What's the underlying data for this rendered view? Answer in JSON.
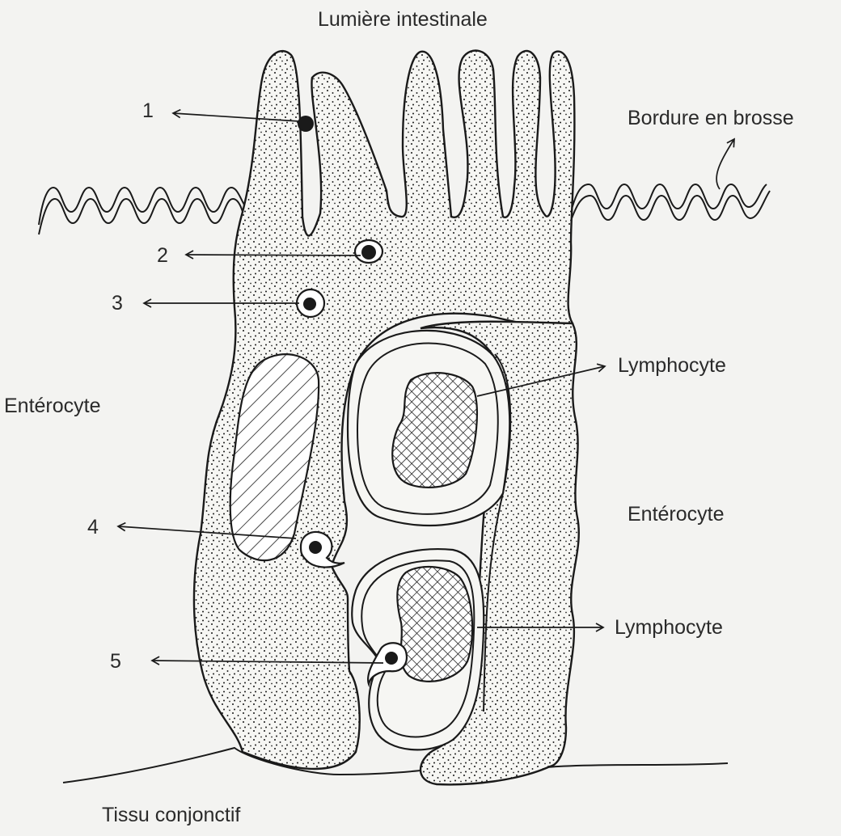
{
  "diagram": {
    "title": "Lumière intestinale",
    "labels": {
      "brush_border": "Bordure en brosse",
      "enterocyte_left": "Entérocyte",
      "enterocyte_right": "Entérocyte",
      "lymphocyte_top": "Lymphocyte",
      "lymphocyte_bottom": "Lymphocyte",
      "connective_tissue": "Tissu conjonctif"
    },
    "numbers": [
      "1",
      "2",
      "3",
      "4",
      "5"
    ]
  },
  "colors": {
    "ink": "#1a1a1a",
    "paper": "#f3f3f1",
    "cell_fill": "#f6f6f3"
  }
}
